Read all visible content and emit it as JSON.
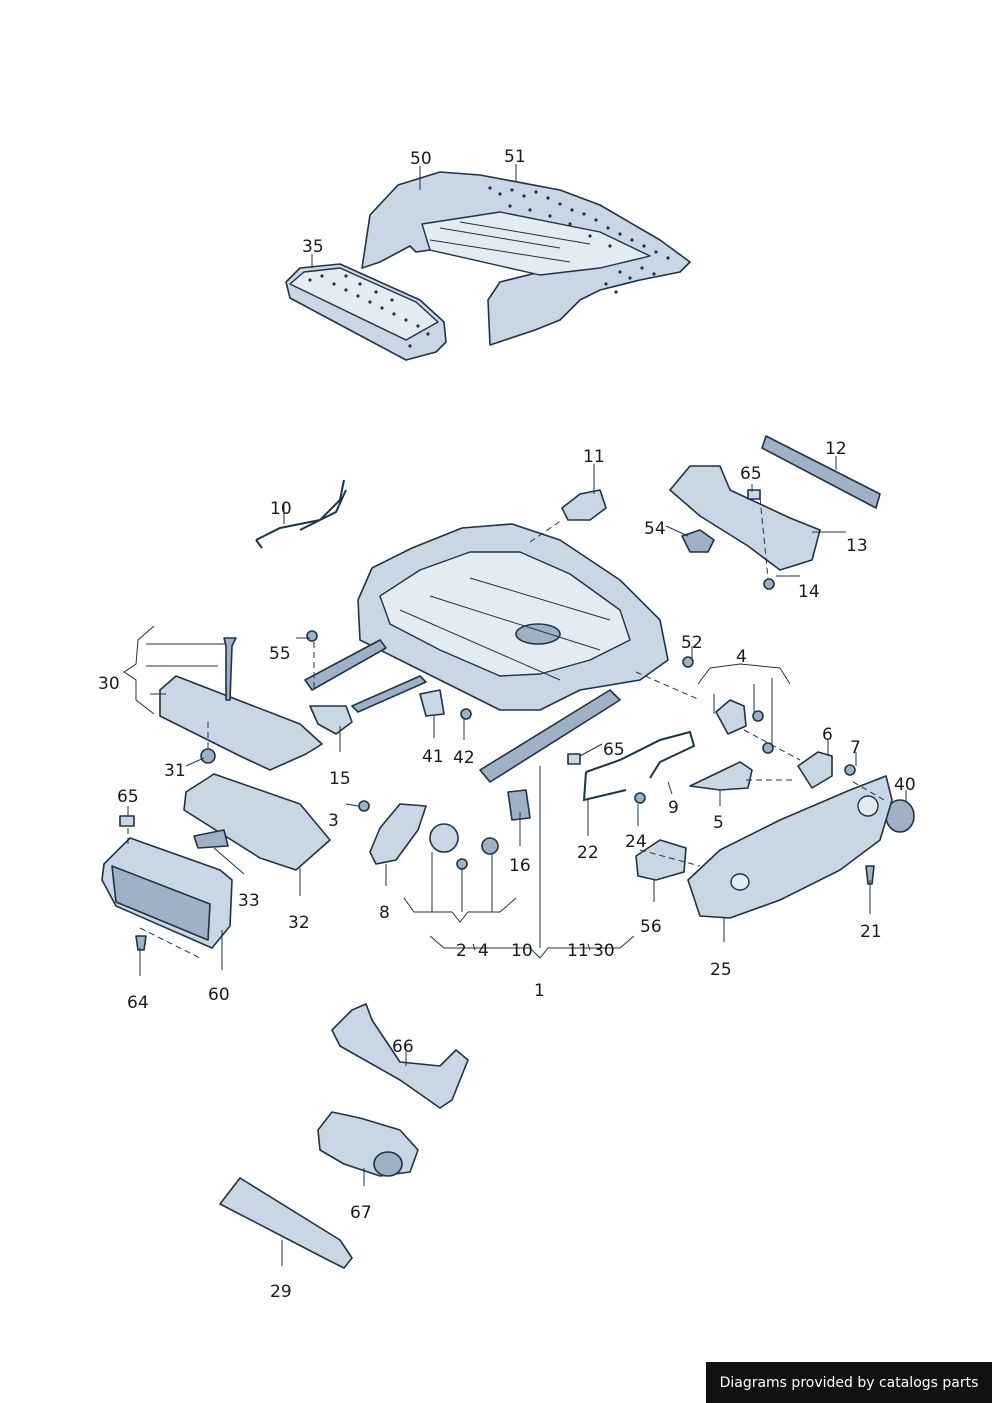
{
  "callouts": {
    "c50": "50",
    "c51": "51",
    "c35": "35",
    "c11": "11",
    "c12": "12",
    "c65a": "65",
    "c54": "54",
    "c13": "13",
    "c14": "14",
    "c10": "10",
    "c55": "55",
    "c52": "52",
    "c4": "4",
    "c6": "6",
    "c7": "7",
    "c40": "40",
    "c30": "30",
    "c31": "31",
    "c15": "15",
    "c41": "41",
    "c42": "42",
    "c65b": "65",
    "c9": "9",
    "c5": "5",
    "c65c": "65",
    "c3": "3",
    "c16": "16",
    "c22": "22",
    "c24": "24",
    "c21": "21",
    "c32": "32",
    "c33": "33",
    "c8": "8",
    "c56": "56",
    "c25": "25",
    "c64": "64",
    "c60": "60",
    "c1": "1",
    "c66": "66",
    "c67": "67",
    "c29": "29"
  },
  "subgroup": {
    "g2": "2",
    "g4": "4",
    "g10": "10",
    "g11": "11",
    "g30": "30"
  },
  "footer": {
    "text": "Diagrams provided by catalogs parts"
  }
}
